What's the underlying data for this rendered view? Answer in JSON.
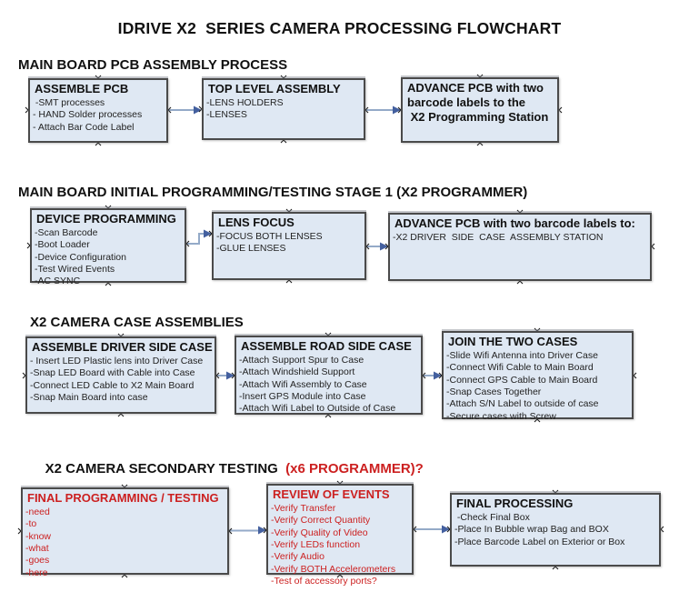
{
  "title": "IDRIVE X2  SERIES CAMERA PROCESSING FLOWCHART",
  "colors": {
    "box_fill": "#dfe8f3",
    "box_border": "#4a4a4a",
    "arrow_shaft": "#94aac8",
    "arrow_head": "#44609f",
    "red_accent": "#cc2020",
    "text": "#111111"
  },
  "sections": [
    {
      "heading": "MAIN BOARD PCB ASSEMBLY PROCESS",
      "boxes": [
        {
          "title": "ASSEMBLE PCB",
          "items": [
            " -SMT processes",
            "- HAND Solder processes",
            "- Attach Bar Code Label"
          ]
        },
        {
          "title": "TOP LEVEL ASSEMBLY",
          "items": [
            "-LENS HOLDERS",
            "-LENSES"
          ]
        },
        {
          "title": "ADVANCE PCB with two\nbarcode labels to the\n X2 Programming Station",
          "items": []
        }
      ]
    },
    {
      "heading": "MAIN BOARD INITIAL PROGRAMMING/TESTING STAGE 1 (X2 PROGRAMMER)",
      "boxes": [
        {
          "title": "DEVICE PROGRAMMING",
          "items": [
            "-Scan Barcode",
            "-Boot Loader",
            "-Device Configuration",
            "-Test Wired Events",
            "-AC SYNC"
          ]
        },
        {
          "title": "LENS FOCUS",
          "items": [
            "-FOCUS BOTH LENSES",
            "-GLUE LENSES"
          ]
        },
        {
          "title": "ADVANCE PCB with two barcode labels to:",
          "items": [
            "-X2 DRIVER  SIDE  CASE  ASSEMBLY STATION"
          ]
        }
      ]
    },
    {
      "heading": "X2 CAMERA CASE ASSEMBLIES",
      "boxes": [
        {
          "title": "ASSEMBLE DRIVER SIDE CASE",
          "items": [
            "- Insert LED Plastic lens into Driver Case",
            "-Snap LED Board with Cable into Case",
            "-Connect LED Cable to X2 Main Board",
            "-Snap Main Board into case"
          ]
        },
        {
          "title": "ASSEMBLE ROAD SIDE CASE",
          "items": [
            "-Attach Support Spur to Case",
            "-Attach Windshield Support",
            "-Attach Wifi Assembly to Case",
            "-Insert GPS Module into Case",
            "-Attach Wifi Label to Outside of Case"
          ]
        },
        {
          "title": "JOIN THE TWO CASES",
          "items": [
            "-Slide Wifi Antenna into Driver Case",
            "-Connect Wifi Cable to Main Board",
            "-Connect GPS Cable to Main Board",
            "-Snap Cases Together",
            "-Attach S/N Label to outside of case",
            "-Secure cases with Screw"
          ]
        }
      ]
    },
    {
      "heading_black": "X2 CAMERA SECONDARY TESTING",
      "heading_red": "  (x6 PROGRAMMER)?",
      "boxes": [
        {
          "title": "FINAL PROGRAMMING / TESTING",
          "accent": "red",
          "items": [
            "-need",
            "-to",
            "-know",
            "-what",
            "-goes",
            "-here"
          ]
        },
        {
          "title": "REVIEW OF EVENTS",
          "accent": "red",
          "items": [
            "-Verify Transfer",
            "-Verify Correct Quantity",
            "-Verify Quality of Video",
            "-Verify LEDs function",
            "-Verify Audio",
            "-Verify BOTH Accelerometers",
            "-Test of accessory ports?"
          ]
        },
        {
          "title": "FINAL PROCESSING",
          "items": [
            " -Check Final Box",
            "-Place In Bubble wrap Bag and BOX",
            "-Place Barcode Label on Exterior or Box"
          ]
        }
      ]
    }
  ]
}
